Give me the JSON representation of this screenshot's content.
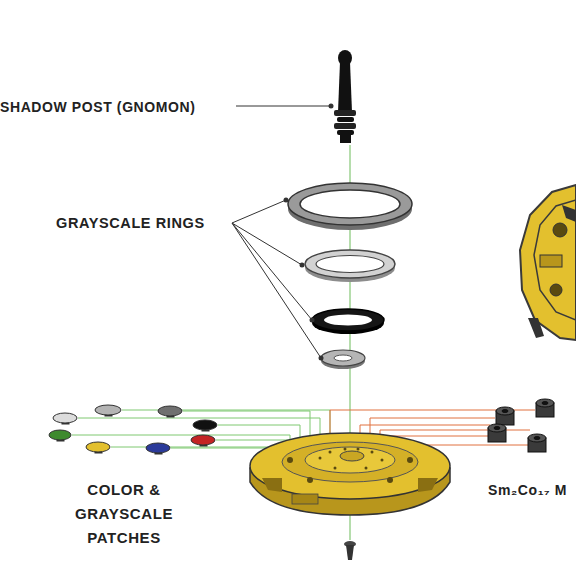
{
  "diagram": {
    "labels": [
      "SHADOW POST (GNOMON)",
      "GRAYSCALE RINGS",
      "COLOR & GRAYSCALE PATCHES",
      "Sm₂Co₁₇ M"
    ]
  }
}
